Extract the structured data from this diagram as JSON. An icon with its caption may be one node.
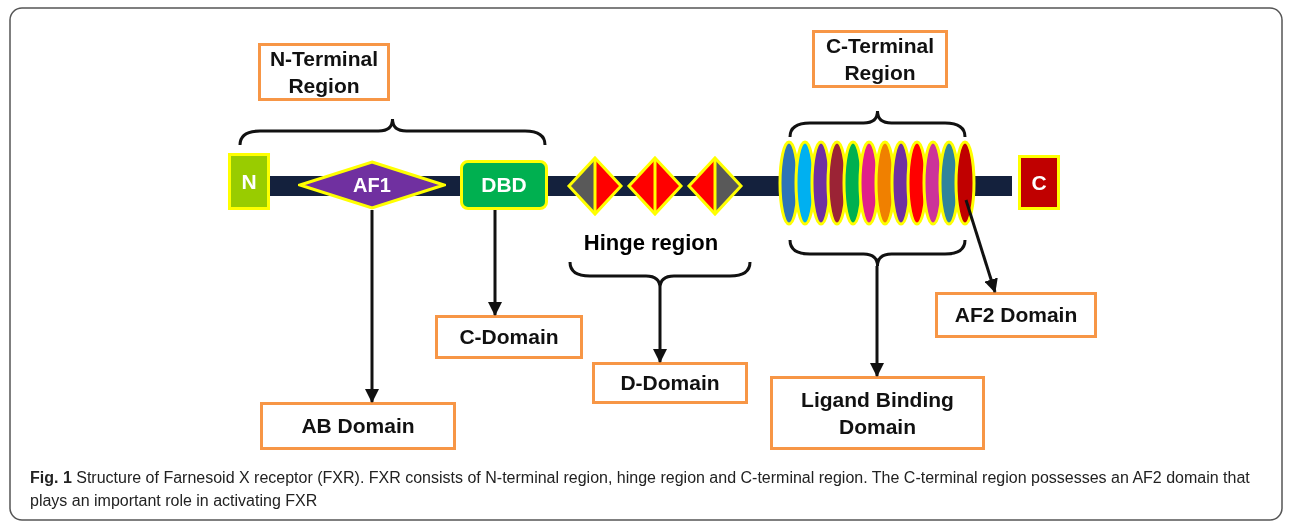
{
  "diagram": {
    "caption": "**Fig. 1** Structure of Farnesoid X receptor (FXR). FXR consists of N-terminal region, hinge region and C-terminal region. The C-terminal region possesses an AF2 domain that plays an important role in activating FXR",
    "nodes": [
      {
        "text": [
          "N-Terminal Region"
        ]
      },
      {
        "text": [
          "C-Terminal Region"
        ]
      },
      {
        "text": [
          "N"
        ]
      },
      {
        "text": [
          "AF1"
        ]
      },
      {
        "text": [
          "DBD"
        ]
      },
      {
        "text": [],
        "shape": "diamond"
      },
      {
        "text": [],
        "shape": "diamond"
      },
      {
        "text": [],
        "shape": "diamond"
      },
      {
        "text": [],
        "shape": "ellipse"
      },
      {
        "text": [],
        "shape": "ellipse"
      },
      {
        "text": [],
        "shape": "ellipse"
      },
      {
        "text": [],
        "shape": "ellipse"
      },
      {
        "text": [],
        "shape": "ellipse"
      },
      {
        "text": [],
        "shape": "ellipse"
      },
      {
        "text": [],
        "shape": "ellipse"
      },
      {
        "text": [],
        "shape": "ellipse"
      },
      {
        "text": [],
        "shape": "ellipse"
      },
      {
        "text": [],
        "shape": "ellipse"
      },
      {
        "text": [],
        "shape": "ellipse"
      },
      {
        "text": [],
        "shape": "ellipse"
      },
      {
        "text": [
          "C"
        ]
      },
      {
        "text": [
          "AF2 Domain"
        ]
      },
      {
        "text": [
          "C-Domain"
        ]
      },
      {
        "text": [
          "D-Domain"
        ]
      },
      {
        "text": [
          "AB Domain"
        ]
      },
      {
        "text": [
          "Ligand Binding Domain"
        ]
      },
      {
        "text": [],
        "shape": "bracket"
      },
      {
        "text": [],
        "shape": "bracket"
      }
    ],
    "edges": [
      {
        "from": 3,
        "to": 24,
        "arrow": "to"
      },
      {
        "from": 4,
        "to": 22,
        "arrow": "to"
      },
      {
        "from": 26,
        "to": 23,
        "arrow": "to"
      },
      {
        "from": 27,
        "to": 25,
        "arrow": "to"
      },
      {
        "from": 19,
        "to": 21,
        "arrow": "to"
      }
    ],
    "labels": [
      "Hinge region"
    ]
  }
}
